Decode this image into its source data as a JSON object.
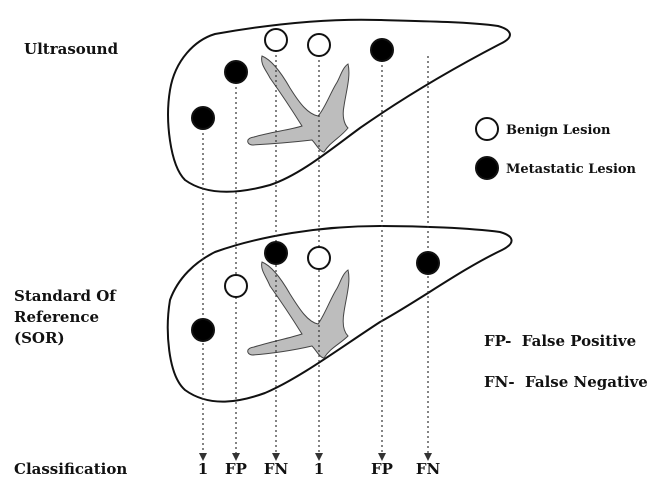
{
  "rows": {
    "ultrasound": "Ultrasound",
    "sor_line1": "Standard Of",
    "sor_line2": "Reference",
    "sor_line3": "(SOR)",
    "classification": "Classification"
  },
  "legend": {
    "benign": "Benign Lesion",
    "metastatic": "Metastatic Lesion"
  },
  "definitions": {
    "fp": "FP-  False Positive",
    "fn": "FN-  False Negative"
  },
  "classes": [
    "1",
    "FP",
    "FN",
    "1",
    "FP",
    "FN"
  ],
  "colors": {
    "liver_fill": "#ffffff",
    "vessel_fill": "#bdbdbd",
    "metastatic": "#000000",
    "benign": "#ffffff",
    "outline": "#111111"
  }
}
